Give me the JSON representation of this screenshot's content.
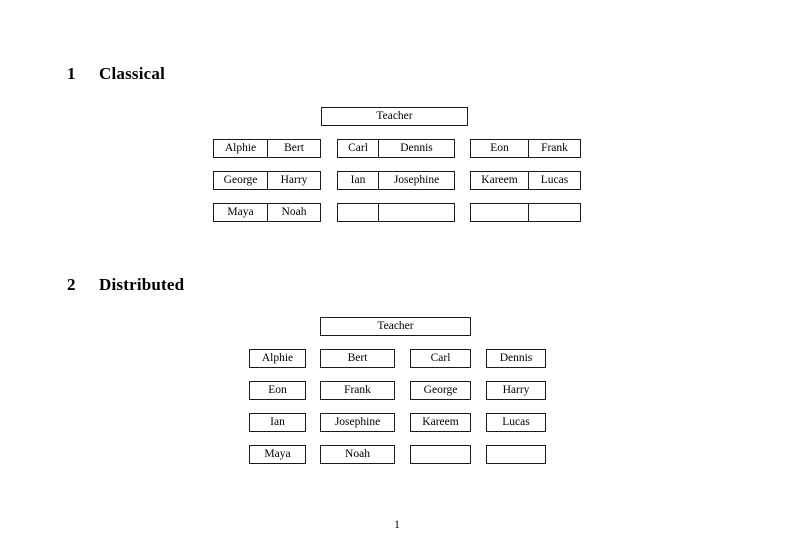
{
  "document": {
    "page_number": "1",
    "teacher_label": "Teacher"
  },
  "sections": [
    {
      "number": "1",
      "title": "Classical",
      "teacher": "Teacher",
      "groups": [
        {
          "name": "group-1",
          "rows": [
            {
              "cells": [
                "Alphie",
                "Bert"
              ]
            },
            {
              "cells": [
                "George",
                "Harry"
              ]
            },
            {
              "cells": [
                "Maya",
                "Noah"
              ]
            }
          ]
        },
        {
          "name": "group-2",
          "rows": [
            {
              "cells": [
                "Carl",
                "Dennis"
              ]
            },
            {
              "cells": [
                "Ian",
                "Josephine"
              ]
            },
            {
              "cells": [
                "",
                ""
              ]
            }
          ]
        },
        {
          "name": "group-3",
          "rows": [
            {
              "cells": [
                "Eon",
                "Frank"
              ]
            },
            {
              "cells": [
                "Kareem",
                "Lucas"
              ]
            },
            {
              "cells": [
                "",
                ""
              ]
            }
          ]
        }
      ]
    },
    {
      "number": "2",
      "title": "Distributed",
      "teacher": "Teacher",
      "rows": [
        {
          "cells": [
            "Alphie",
            "Bert",
            "Carl",
            "Dennis"
          ]
        },
        {
          "cells": [
            "Eon",
            "Frank",
            "George",
            "Harry"
          ]
        },
        {
          "cells": [
            "Ian",
            "Josephine",
            "Kareem",
            "Lucas"
          ]
        },
        {
          "cells": [
            "Maya",
            "Noah",
            "",
            ""
          ]
        }
      ]
    }
  ]
}
